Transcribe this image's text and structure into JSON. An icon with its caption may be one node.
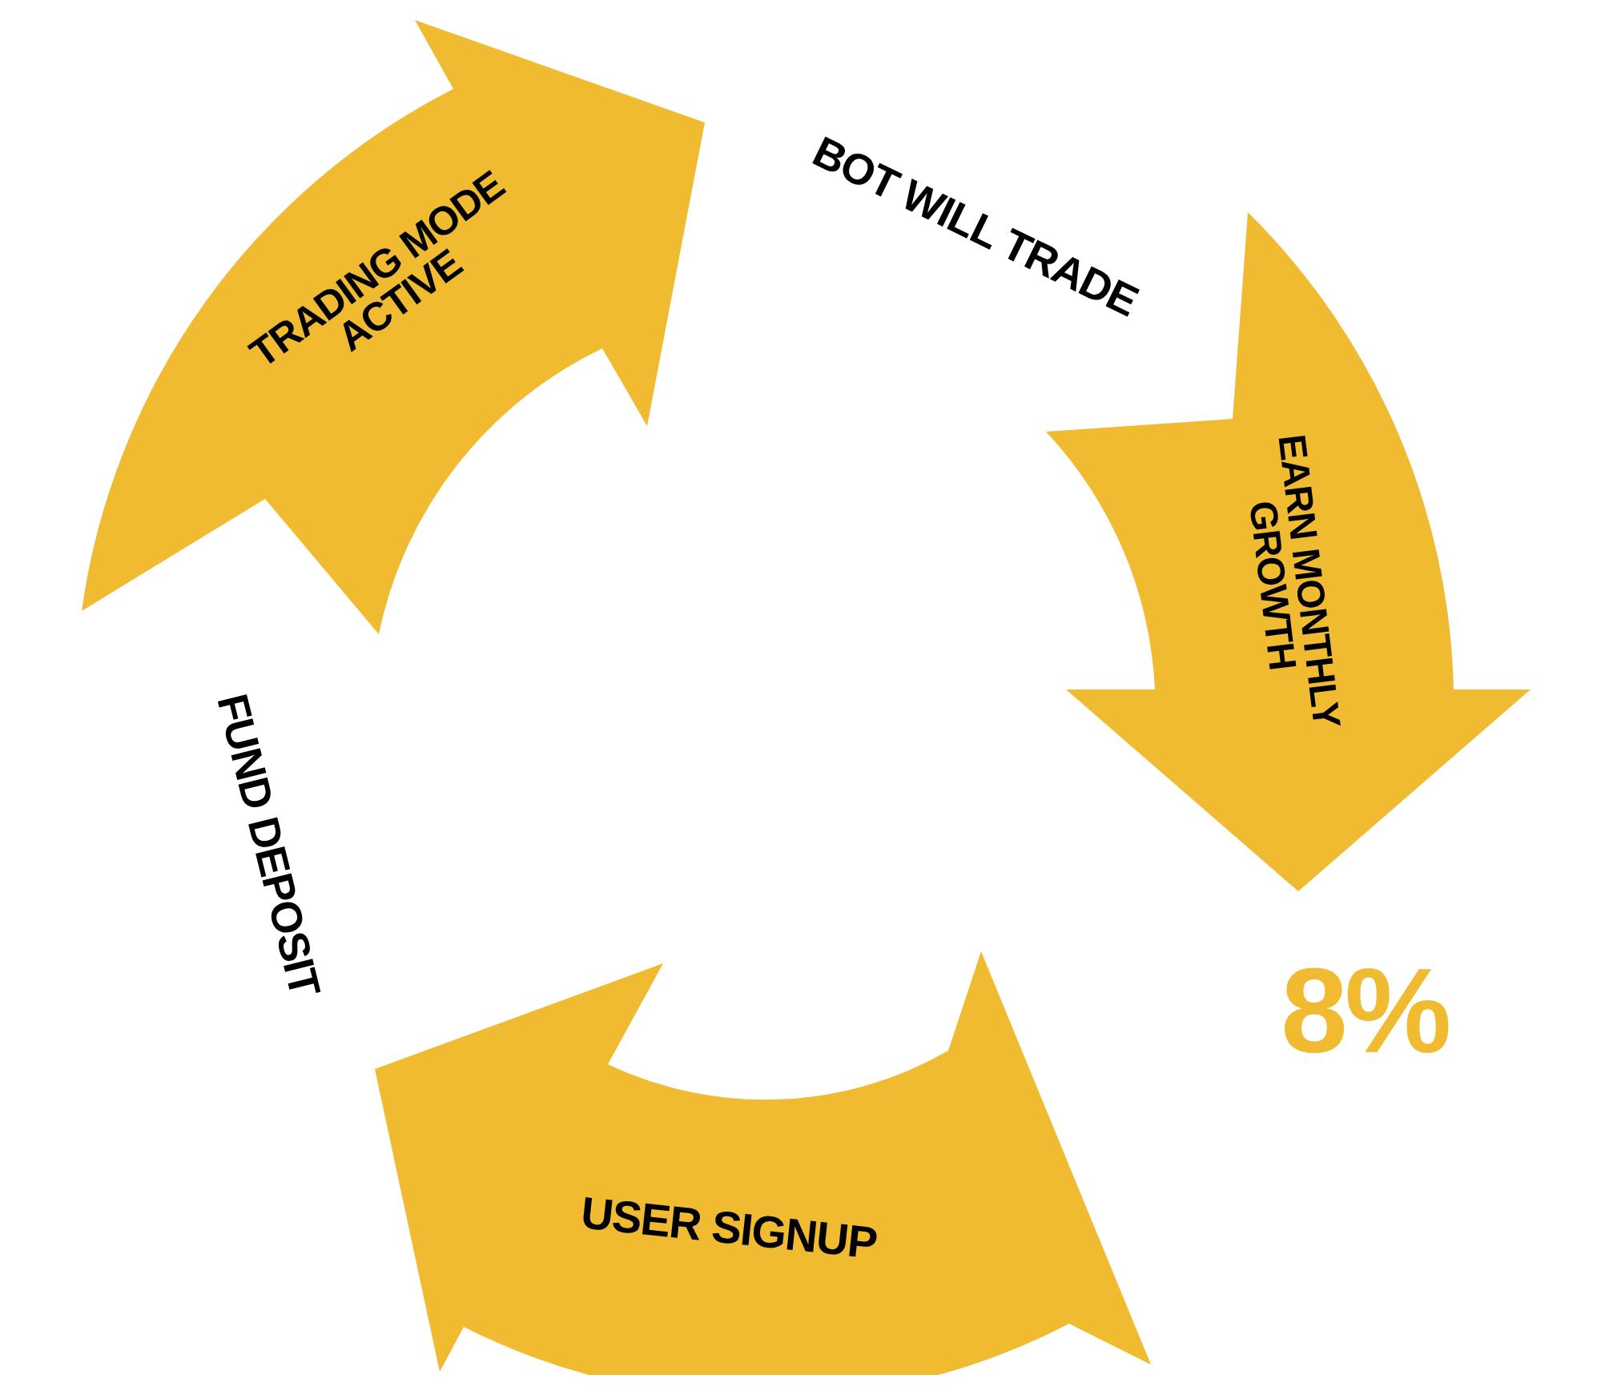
{
  "diagram": {
    "nodes": [
      {
        "text": [
          "TRADING MODE ACTIVE"
        ]
      },
      {
        "text": [
          "EARN MONTHLY GROWTH"
        ]
      },
      {
        "text": [
          "USER SIGNUP"
        ]
      }
    ],
    "labels": [
      "BOT WILL TRADE",
      "FUND DEPOSIT",
      "8%"
    ]
  }
}
